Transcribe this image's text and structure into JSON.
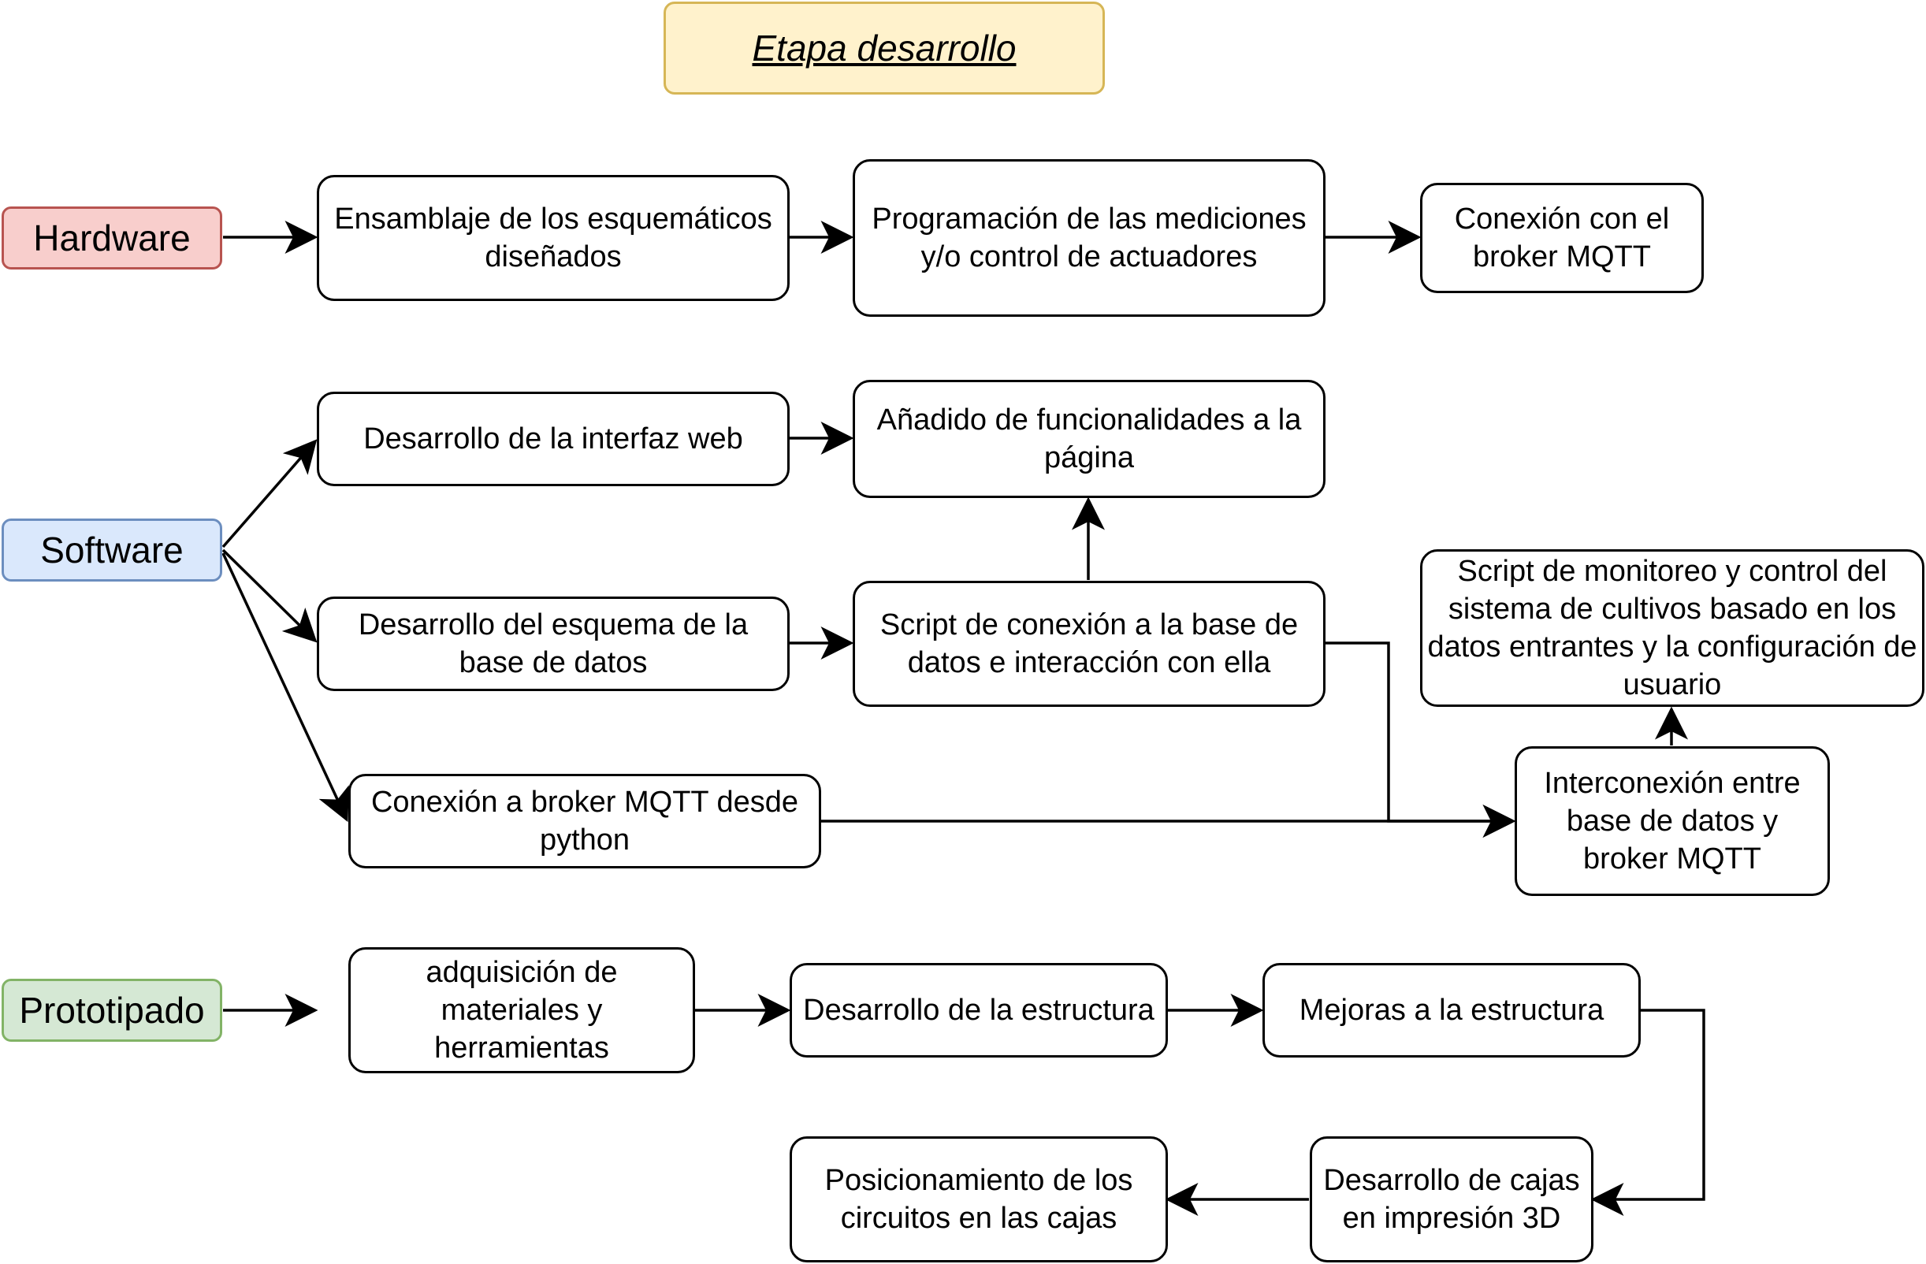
{
  "title": "Etapa desarrollo",
  "colors": {
    "title_fill": "#fff2cc",
    "title_stroke": "#d6b656",
    "hardware_fill": "#f8cecc",
    "hardware_stroke": "#b85450",
    "software_fill": "#dae8fc",
    "software_stroke": "#6c8ebf",
    "prototipado_fill": "#d5e8d4",
    "prototipado_stroke": "#82b366"
  },
  "categories": {
    "hardware": "Hardware",
    "software": "Software",
    "prototipado": "Prototipado"
  },
  "hardware": {
    "ensamblaje": "Ensamblaje de los esquemáticos diseñados",
    "programacion": "Programación de las mediciones y/o control de actuadores",
    "conexion_broker": "Conexión con el broker MQTT"
  },
  "software": {
    "interfaz_web": "Desarrollo de la interfaz web",
    "funcionalidades": "Añadido de funcionalidades a la página",
    "esquema_bd": "Desarrollo del esquema de la base de datos",
    "script_conexion_bd": "Script de conexión a la base de datos e interacción con ella",
    "script_monitoreo": "Script de monitoreo y control del sistema de cultivos basado en los datos entrantes y la configuración de usuario",
    "conexion_mqtt_python": "Conexión a broker MQTT desde python",
    "interconexion": "Interconexión entre base de datos y broker MQTT"
  },
  "prototipado": {
    "adquisicion": "adquisición de materiales y herramientas",
    "estructura": "Desarrollo de la estructura",
    "mejoras": "Mejoras a la estructura",
    "cajas_3d": "Desarrollo de cajas en impresión 3D",
    "posicionamiento": "Posicionamiento de los circuitos en las cajas"
  }
}
